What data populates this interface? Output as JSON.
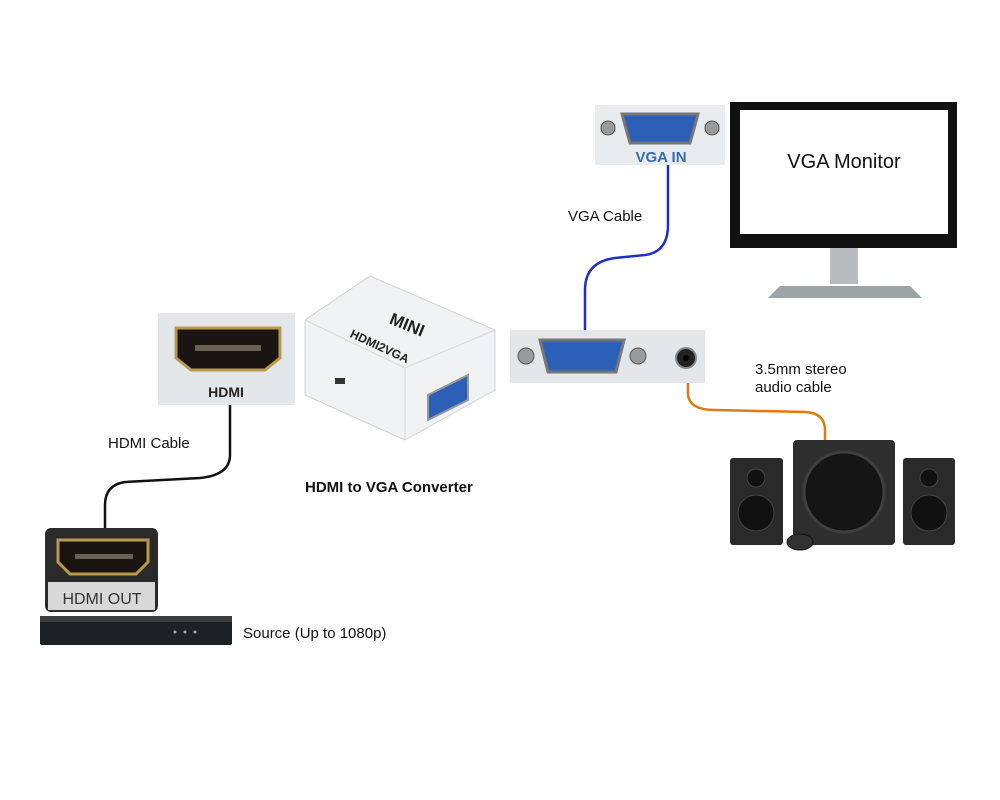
{
  "labels": {
    "hdmi_cable": "HDMI Cable",
    "source": "Source (Up to 1080p)",
    "converter": "HDMI to VGA Converter",
    "vga_cable": "VGA Cable",
    "audio_line1": "3.5mm stereo",
    "audio_line2": "audio cable",
    "monitor": "VGA Monitor"
  },
  "device_text": {
    "hdmi_port": "HDMI",
    "hdmi_out": "HDMI OUT",
    "vga_in": "VGA IN",
    "box_mini": "MINI",
    "box_model": "HDMI2VGA"
  },
  "colors": {
    "hdmi_cable": "#111111",
    "vga_cable": "#1f2fbf",
    "audio_cable": "#e07a10",
    "vga_port": "#2b5fb8"
  }
}
